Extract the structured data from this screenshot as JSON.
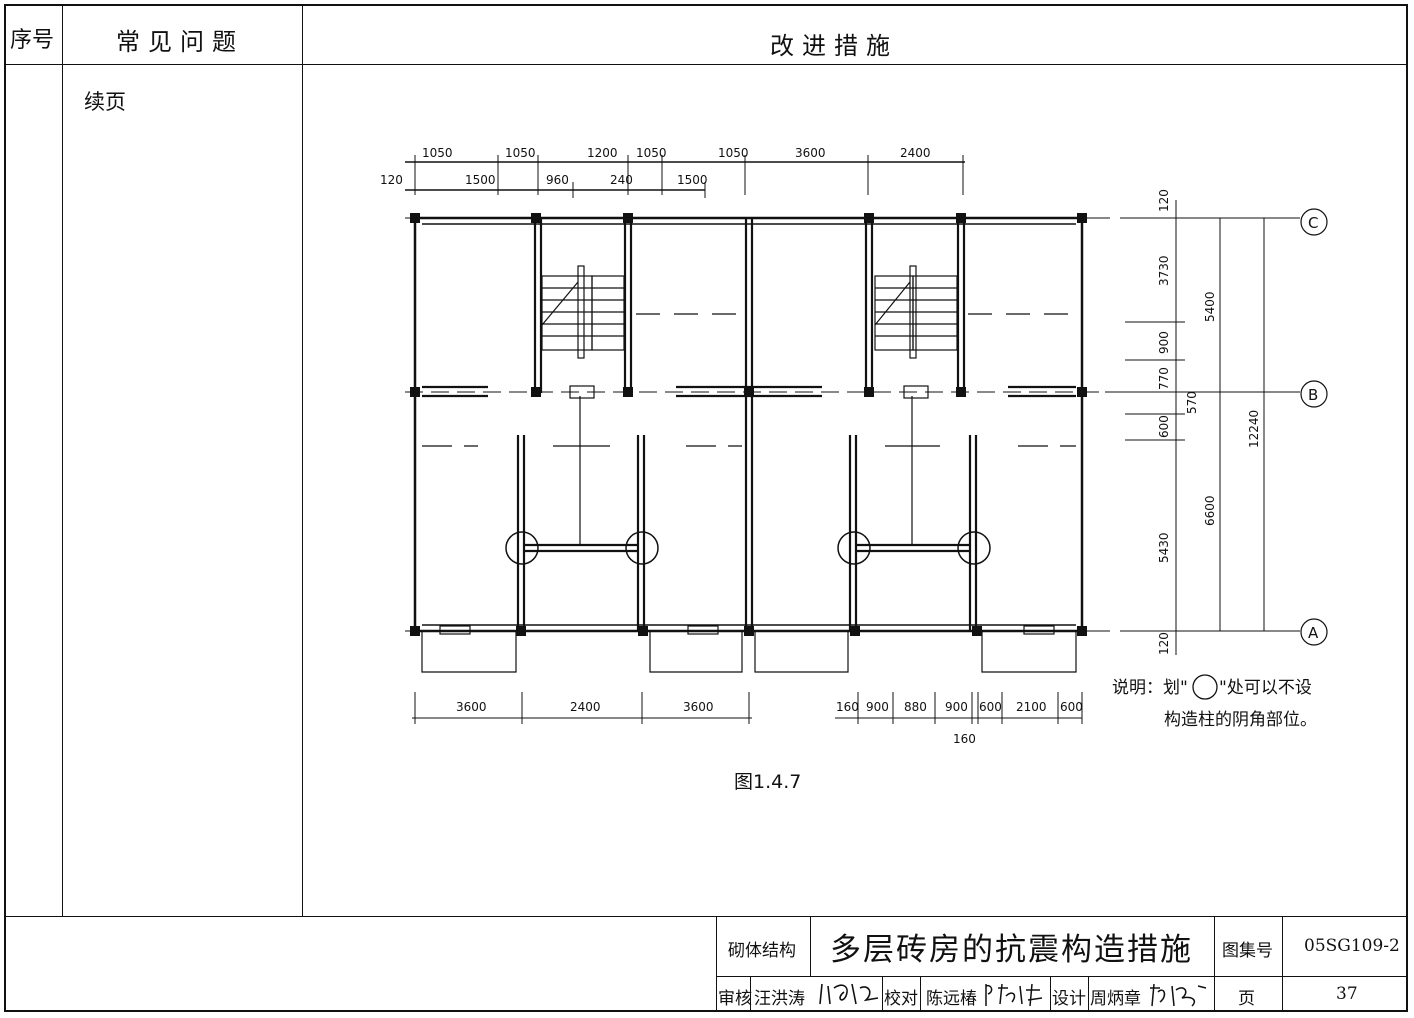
{
  "header": {
    "col_no": "序号",
    "col_problem": "常见问题",
    "col_measure": "改进措施"
  },
  "problem_cell": {
    "continued": "续页"
  },
  "figure": {
    "caption": "图1.4.7",
    "top_dims_row1": [
      "1050",
      "1050",
      "1200",
      "1050",
      "1050",
      "3600",
      "2400"
    ],
    "top_dims_row2": [
      "120",
      "1500",
      "960",
      "240",
      "1500"
    ],
    "bottom_dims_left": [
      "3600",
      "2400",
      "3600"
    ],
    "bottom_dims_right": [
      "160",
      "900",
      "880",
      "900",
      "600",
      "2100",
      "600"
    ],
    "bottom_dims_extra": "160",
    "right_dims_inner": [
      "120",
      "3730",
      "900",
      "770",
      "570",
      "600",
      "5430",
      "120"
    ],
    "right_dims_mid": [
      "5400",
      "6600"
    ],
    "right_dims_outer": "12240",
    "axes": [
      "C",
      "B",
      "A"
    ],
    "note_line1_a": "说明：划\"",
    "note_line1_b": "\"处可以不设",
    "note_line2": "构造柱的阴角部位。"
  },
  "title_block": {
    "category": "砌体结构",
    "title": "多层砖房的抗震构造措施",
    "atlas_label": "图集号",
    "atlas_no": "05SG109-2",
    "review_label": "审核",
    "reviewer": "汪洪涛",
    "check_label": "校对",
    "checker": "陈远椿",
    "design_label": "设计",
    "designer": "周炳章",
    "page_label": "页",
    "page_no": "37"
  }
}
